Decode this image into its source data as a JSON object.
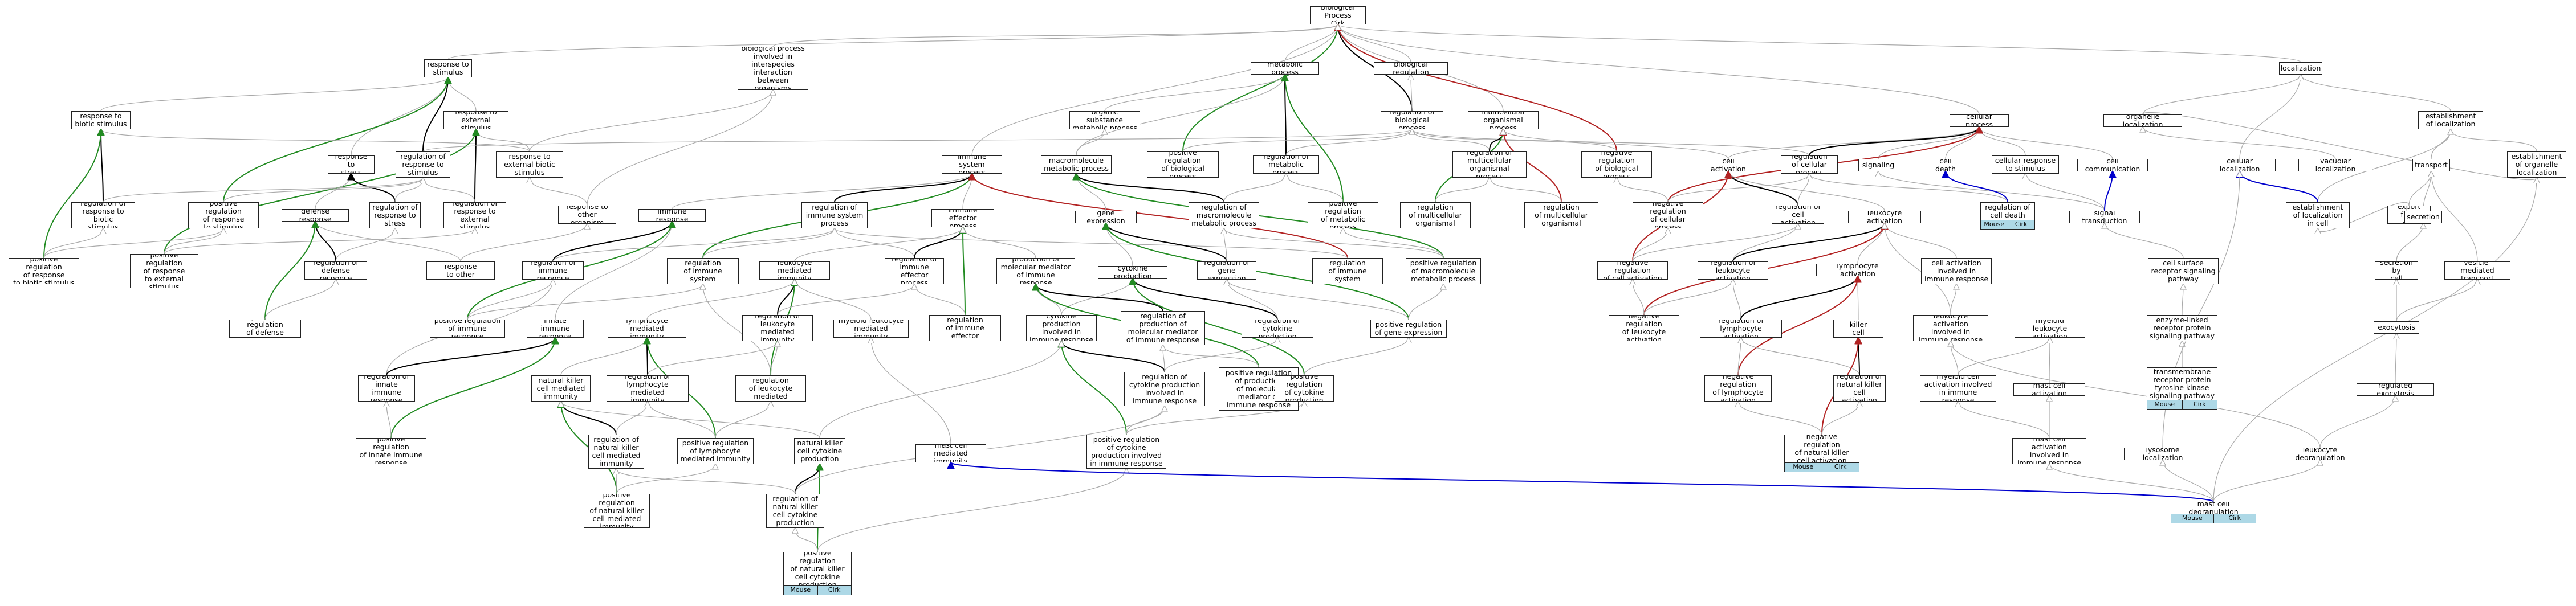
{
  "nodes": {
    "n0": "biological Process\nCirk",
    "n1": "response to\nstimulus",
    "n2": "biological process\ninvolved in\ninterspecies\ninteraction\nbetween organisms",
    "n3": "metabolic process",
    "n4": "biological regulation",
    "n5": "localization",
    "n6": "response to\nbiotic stimulus",
    "n7": "response to\nexternal stimulus",
    "n8": "organic substance\nmetabolic process",
    "n9": "regulation of\nbiological process",
    "n10": "multicellular\norganismal process",
    "n11": "cellular process",
    "n12": "organelle localization",
    "n13": "establishment\nof localization",
    "n14": "response to\nstress",
    "n15": "regulation of\nresponse to\nstimulus",
    "n16": "response to\nexternal biotic\nstimulus",
    "n17": "immune system\nprocess",
    "n18": "macromolecule\nmetabolic process",
    "n19": "positive regulation\nof biological\nprocess",
    "n20": "regulation of\nmetabolic process",
    "n21": "regulation of\nmulticellular\norganismal process",
    "n22": "negative regulation\nof biological\nprocess",
    "n23": "cell activation",
    "n24": "regulation\nof cellular\nprocess",
    "n25": "signaling",
    "n26": "cell death",
    "n27": "cellular response\nto stimulus",
    "n28": "cell communication",
    "n29": "cellular localization",
    "n30": "vacuolar localization",
    "n31": "transport",
    "n32": "establishment\nof organelle\nlocalization",
    "n33": "regulation of\nresponse to biotic\nstimulus",
    "n34": "positive regulation\nof response\nto stimulus",
    "n35": "defense response",
    "n36": "regulation of\nresponse to\nstress",
    "n37": "regulation of\nresponse to\nexternal stimulus",
    "n38": "response to\nother organism",
    "n39": "immune response",
    "n40": "regulation of\nimmune system\nprocess",
    "n41": "immune effector\nprocess",
    "n42": "gene expression",
    "n43": "regulation of\nmacromolecule\nmetabolic process",
    "n44": "positive regulation\nof metabolic\nprocess",
    "n45": "positive regulation\nof multicellular\norganismal process",
    "n46": "negative regulation\nof multicellular\norganismal process",
    "n47": "negative regulation\nof cellular\nprocess",
    "n48": "regulation of\ncell activation",
    "n49": "leukocyte activation",
    "n50": "regulation of\ncell death",
    "n51": "signal transduction",
    "n52": "establishment\nof localization\nin cell",
    "n53": "export from\ncell",
    "n54": "secretion",
    "n55": "positive regulation\nof response\nto biotic stimulus",
    "n56": "positive regulation\nof response\nto external\nstimulus",
    "n57": "regulation of\ndefense response",
    "n58": "defense response\nto other organism",
    "n59": "regulation of\nimmune response",
    "n60": "positive regulation\nof immune system\nprocess",
    "n61": "leukocyte mediated\nimmunity",
    "n62": "regulation of\nimmune effector\nprocess",
    "n63": "production of\nmolecular mediator\nof immune response",
    "n64": "cytokine production",
    "n65": "regulation of\ngene expression",
    "n66": "negative regulation\nof immune system\nprocess",
    "n67": "positive regulation\nof macromolecule\nmetabolic process",
    "n68": "negative regulation\nof cell activation",
    "n69": "regulation of\nleukocyte activation",
    "n70": "lymphocyte activation",
    "n71": "cell activation\ninvolved in\nimmune response",
    "n72": "cell surface\nreceptor signaling\npathway",
    "n73": "secretion by\ncell",
    "n74": "vesicle-mediated\ntransport",
    "n75": "positive regulation\nof defense response",
    "n76": "positive regulation\nof immune response",
    "n77": "innate immune\nresponse",
    "n78": "lymphocyte mediated\nimmunity",
    "n79": "regulation of\nleukocyte mediated\nimmunity",
    "n80": "myeloid leukocyte\nmediated immunity",
    "n81": "positive regulation\nof immune effector\nprocess",
    "n82": "cytokine production\ninvolved in\nimmune response",
    "n83": "regulation of\nproduction of\nmolecular mediator\nof immune response",
    "n84": "regulation of\ncytokine production",
    "n85": "positive regulation\nof gene expression",
    "n86": "negative regulation\nof leukocyte\nactivation",
    "n87": "regulation of\nlymphocyte activation",
    "n88": "natural killer\ncell activation",
    "n89": "leukocyte activation\ninvolved in\nimmune response",
    "n90": "myeloid leukocyte\nactivation",
    "n91": "enzyme-linked\nreceptor protein\nsignaling pathway",
    "n92": "exocytosis",
    "n93": "regulation of\ninnate immune\nresponse",
    "n94": "natural killer\ncell mediated\nimmunity",
    "n95": "regulation of\nlymphocyte mediated\nimmunity",
    "n96": "positive regulation\nof leukocyte\nmediated immunity",
    "n97": "regulation of\ncytokine production\ninvolved in\nimmune response",
    "n98": "positive regulation\nof production\nof molecular\nmediator of\nimmune response",
    "n99": "positive regulation\nof cytokine\nproduction",
    "n100": "negative regulation\nof lymphocyte\nactivation",
    "n101": "regulation of\nnatural killer\ncell activation",
    "n102": "myeloid cell\nactivation involved\nin immune response",
    "n103": "mast cell activation",
    "n104": "transmembrane\nreceptor protein\ntyrosine kinase\nsignaling pathway",
    "n105": "regulated exocytosis",
    "n106": "positive regulation\nof innate immune\nresponse",
    "n107": "regulation of\nnatural killer\ncell mediated\nimmunity",
    "n108": "positive regulation\nof lymphocyte\nmediated immunity",
    "n109": "mast cell mediated\nimmunity",
    "n110": "natural killer\ncell cytokine\nproduction",
    "n111": "positive regulation\nof cytokine\nproduction involved\nin immune response",
    "n112": "negative regulation\nof natural killer\ncell activation",
    "n113": "mast cell activation\ninvolved in\nimmune response",
    "n114": "lysosome localization",
    "n115": "leukocyte degranulation",
    "n116": "positive regulation\nof natural killer\ncell mediated\nimmunity",
    "n117": "regulation of\nnatural killer\ncell cytokine\nproduction",
    "n118": "mast cell degranulation",
    "n119": "positive regulation\nof natural killer\ncell cytokine\nproduction"
  },
  "species_labels": {
    "mouse": "Mouse",
    "cirk": "Cirk"
  },
  "edge_colors": {
    "is_a": "#aaaaaa",
    "part_of": "#000000",
    "positively_regulates": "#228b22",
    "negatively_regulates": "#b22222",
    "regulates": "#0000cc"
  }
}
